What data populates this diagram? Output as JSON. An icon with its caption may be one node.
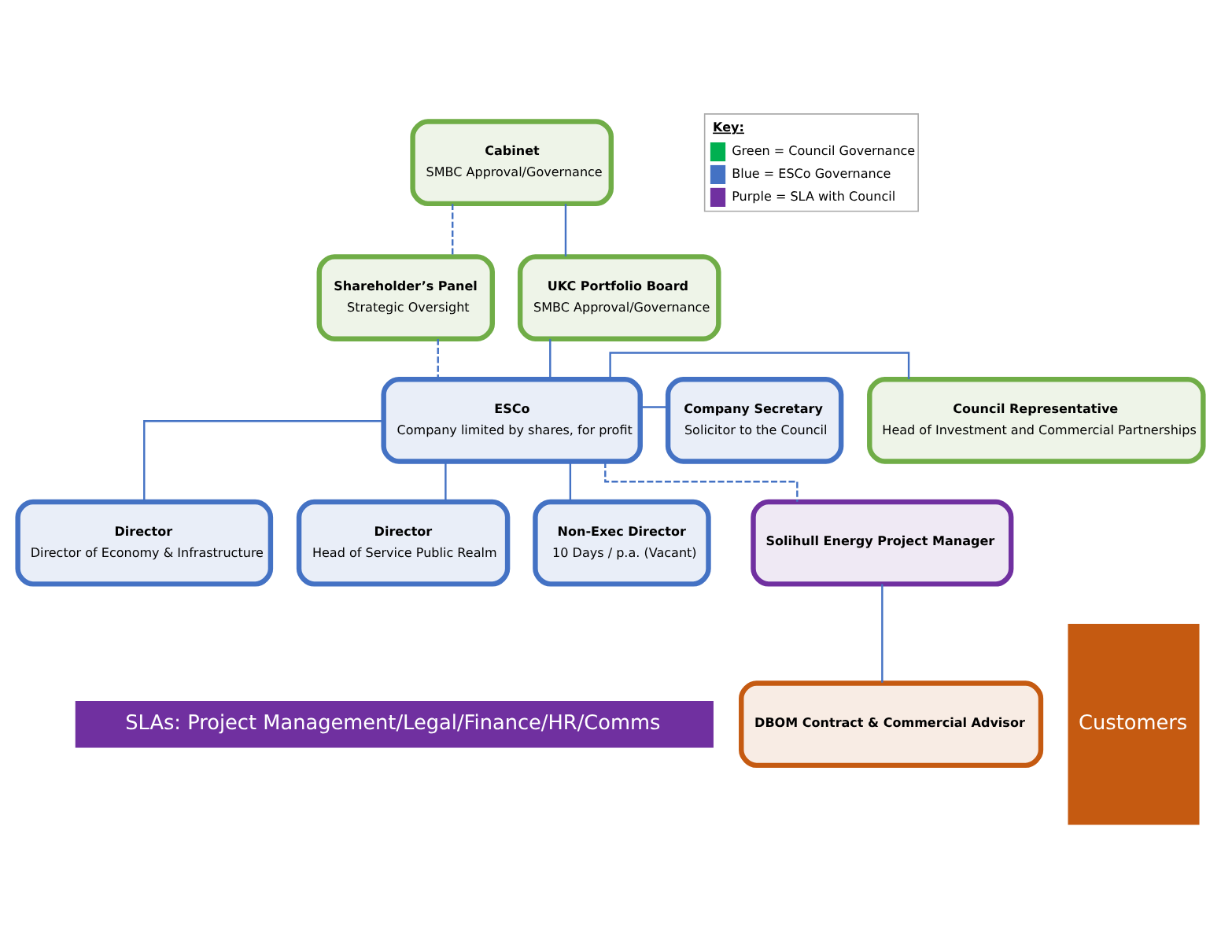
{
  "diagram": {
    "nodes": [
      {
        "text": [
          "Cabinet",
          "SMBC Approval/Governance"
        ]
      },
      {
        "text": [
          "Shareholder’s Panel",
          "Strategic Oversight"
        ]
      },
      {
        "text": [
          "UKC Portfolio Board",
          "SMBC Approval/Governance"
        ]
      },
      {
        "text": [
          "ESCo",
          "Company limited by shares, for profit"
        ]
      },
      {
        "text": [
          "Council Representative",
          "Head of Investment and Commercial Partnerships"
        ]
      },
      {
        "text": [
          "Company Secretary",
          "Solicitor to the Council"
        ]
      },
      {
        "text": [
          "Director",
          "Director of Economy & Infrastructure"
        ]
      },
      {
        "text": [
          "Director",
          "Head of Service Public Realm"
        ]
      },
      {
        "text": [
          "Non-Exec Director",
          "10 Days / p.a. (Vacant)"
        ]
      },
      {
        "text": [
          "Solihull Energy Project Manager"
        ]
      },
      {
        "text": [
          "DBOM Contract & Commercial Advisor"
        ]
      },
      {
        "text": [
          "SLAs: Project Management/Legal/Finance/HR/Comms"
        ]
      },
      {
        "text": [
          "Customers"
        ]
      }
    ],
    "edges": [
      {
        "from": 0,
        "to": 2,
        "arrow": "none"
      },
      {
        "from": 0,
        "to": 1,
        "arrow": "none",
        "style": "dashed"
      },
      {
        "from": 2,
        "to": 3,
        "arrow": "none"
      },
      {
        "from": 1,
        "to": 3,
        "arrow": "none",
        "style": "dashed"
      },
      {
        "from": 3,
        "to": 4,
        "arrow": "none"
      },
      {
        "from": 3,
        "to": 5,
        "arrow": "none"
      },
      {
        "from": 3,
        "to": 6,
        "arrow": "none"
      },
      {
        "from": 3,
        "to": 7,
        "arrow": "none"
      },
      {
        "from": 3,
        "to": 8,
        "arrow": "none"
      },
      {
        "from": 3,
        "to": 9,
        "arrow": "none",
        "style": "dashed"
      },
      {
        "from": 9,
        "to": 10,
        "arrow": "none"
      }
    ],
    "labels": [
      "Key:"
    ],
    "legend": [
      {
        "text": "Green = Council Governance",
        "color": "#00b050"
      },
      {
        "text": "Blue = ESCo Governance",
        "color": "#4472c4"
      },
      {
        "text": "Purple = SLA with Council",
        "color": "#7030a0"
      }
    ]
  }
}
